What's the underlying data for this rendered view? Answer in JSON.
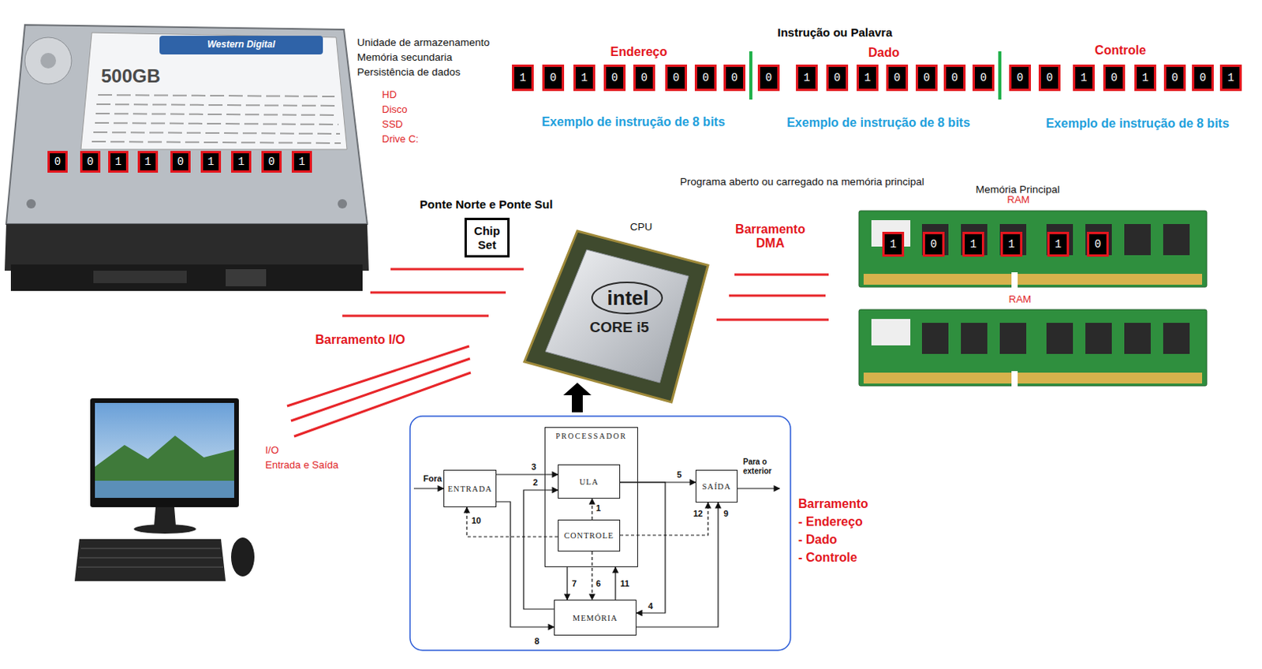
{
  "diagram": {
    "nodes": [
      {
        "text": [
          "0"
        ]
      },
      {
        "text": [
          "0"
        ]
      },
      {
        "text": [
          "1"
        ]
      },
      {
        "text": [
          "1"
        ]
      },
      {
        "text": [
          "0"
        ]
      },
      {
        "text": [
          "1"
        ]
      },
      {
        "text": [
          "1"
        ]
      },
      {
        "text": [
          "0"
        ]
      },
      {
        "text": [
          "1"
        ]
      },
      {
        "text": [
          "1"
        ]
      },
      {
        "text": [
          "0"
        ]
      },
      {
        "text": [
          "1"
        ]
      },
      {
        "text": [
          "0"
        ]
      },
      {
        "text": [
          "0"
        ]
      },
      {
        "text": [
          "0"
        ]
      },
      {
        "text": [
          "0"
        ]
      },
      {
        "text": [
          "0"
        ]
      },
      {
        "text": [
          "0"
        ]
      },
      {
        "text": [
          "1"
        ]
      },
      {
        "text": [
          "0"
        ]
      },
      {
        "text": [
          "1"
        ]
      },
      {
        "text": [
          "0"
        ]
      },
      {
        "text": [
          "0"
        ]
      },
      {
        "text": [
          "0"
        ]
      },
      {
        "text": [
          "0"
        ]
      },
      {
        "text": [
          "0"
        ]
      },
      {
        "text": [
          "0"
        ]
      },
      {
        "text": [
          "1"
        ]
      },
      {
        "text": [
          "0"
        ]
      },
      {
        "text": [
          "1"
        ]
      },
      {
        "text": [
          "0"
        ]
      },
      {
        "text": [
          "0"
        ]
      },
      {
        "text": [
          "1"
        ]
      },
      {
        "text": [
          "Chip Set"
        ]
      },
      {
        "text": [
          "1"
        ]
      },
      {
        "text": [
          "0"
        ]
      },
      {
        "text": [
          "1"
        ]
      },
      {
        "text": [
          "1"
        ]
      },
      {
        "text": [
          "1"
        ]
      },
      {
        "text": [
          "0"
        ]
      },
      {
        "text": [
          "ENTRADA"
        ]
      },
      {
        "text": [
          "PROCESSADOR"
        ]
      },
      {
        "text": [
          "ULA"
        ],
        "in": 41
      },
      {
        "text": [
          "CONTROLE"
        ],
        "in": 41
      },
      {
        "text": [
          "SAÍDA"
        ]
      },
      {
        "text": [
          "MEMÓRIA"
        ]
      }
    ],
    "edges": [
      {
        "from": 40,
        "to": 42,
        "label": "3",
        "arrow": "to"
      },
      {
        "from": 45,
        "to": 42,
        "label": "2",
        "arrow": "to"
      },
      {
        "from": 43,
        "to": 42,
        "label": "1",
        "arrow": "to"
      },
      {
        "from": 42,
        "to": 44,
        "label": "5",
        "arrow": "to"
      },
      {
        "from": 42,
        "to": 45,
        "label": "4",
        "arrow": "to"
      },
      {
        "from": 43,
        "to": 45,
        "label": "6",
        "arrow": "to"
      },
      {
        "from": 45,
        "to": 41,
        "label": "11",
        "arrow": "to"
      },
      {
        "from": 41,
        "to": 45,
        "label": "7",
        "arrow": "to"
      },
      {
        "from": 40,
        "to": 45,
        "label": "8",
        "arrow": "to"
      },
      {
        "from": 45,
        "to": 44,
        "label": "9",
        "arrow": "to"
      },
      {
        "from": 43,
        "to": 40,
        "label": "10",
        "arrow": "to"
      },
      {
        "from": 43,
        "to": 44,
        "label": "12",
        "arrow": "to"
      }
    ],
    "labels": [
      "500GB",
      "Western Digital",
      "Unidade de armazenamento",
      "Memória secundaria",
      "Persistência de dados",
      "HD",
      "Disco",
      "SSD",
      "Drive C:",
      "Instrução ou Palavra",
      "Endereço",
      "Dado",
      "Controle",
      "Exemplo de instrução de 8 bits",
      "Exemplo de instrução de 8 bits",
      "Exemplo de instrução de 8 bits",
      "Programa aberto ou carregado na memória principal",
      "Memória Principal",
      "RAM",
      "Ponte Norte e Ponte Sul",
      "CPU",
      "Barramento DMA",
      "intel",
      "CORE i5",
      "RAM",
      "Barramento I/O",
      "I/O",
      "Entrada e Saída",
      "Fora",
      "Para o exterior",
      "Barramento",
      "- Endereço",
      "- Dado",
      "- Controle"
    ]
  }
}
